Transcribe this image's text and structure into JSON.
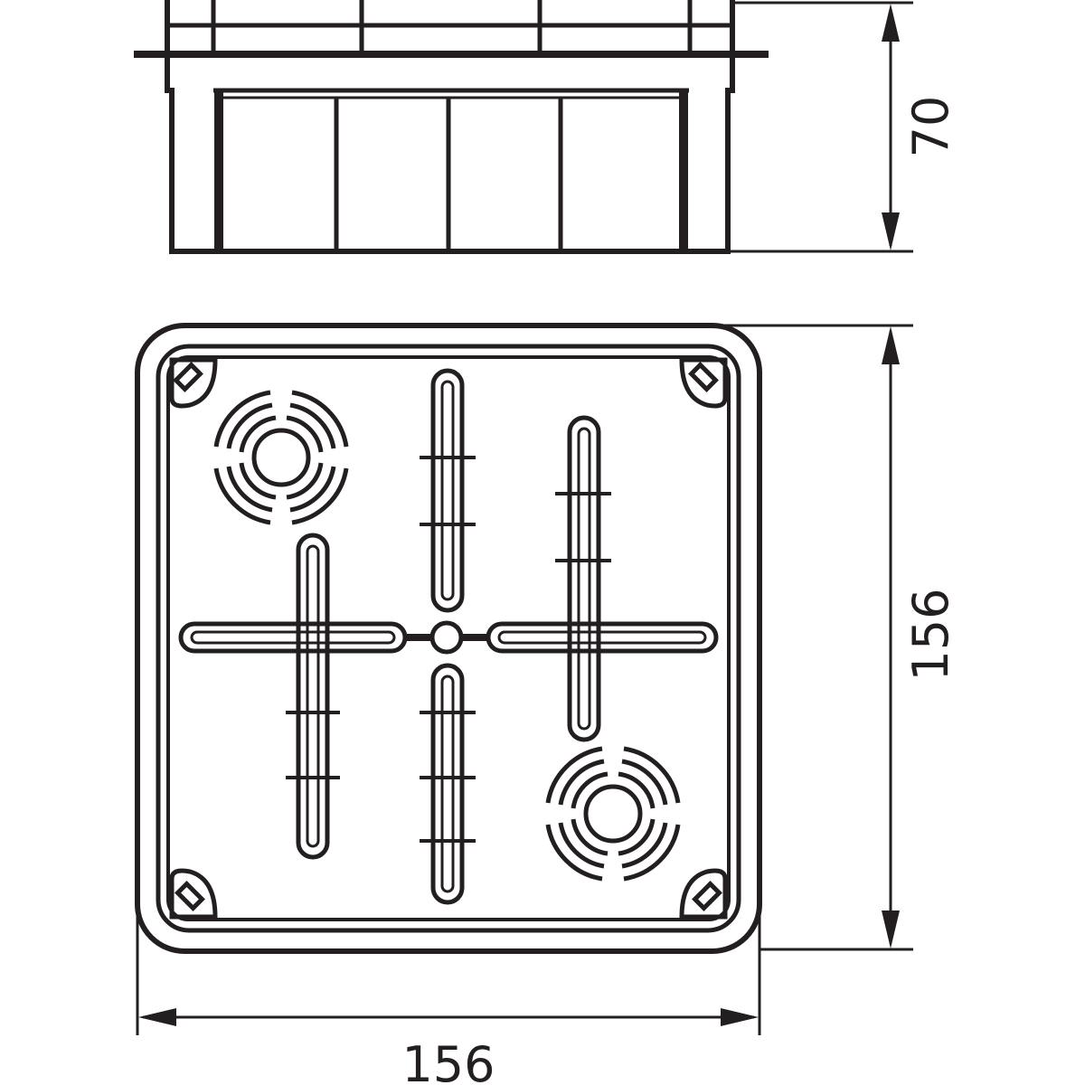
{
  "colors": {
    "line": "#231f20",
    "background": "#ffffff"
  },
  "dimensions": {
    "height": "70",
    "depth": "156",
    "width": "156"
  }
}
